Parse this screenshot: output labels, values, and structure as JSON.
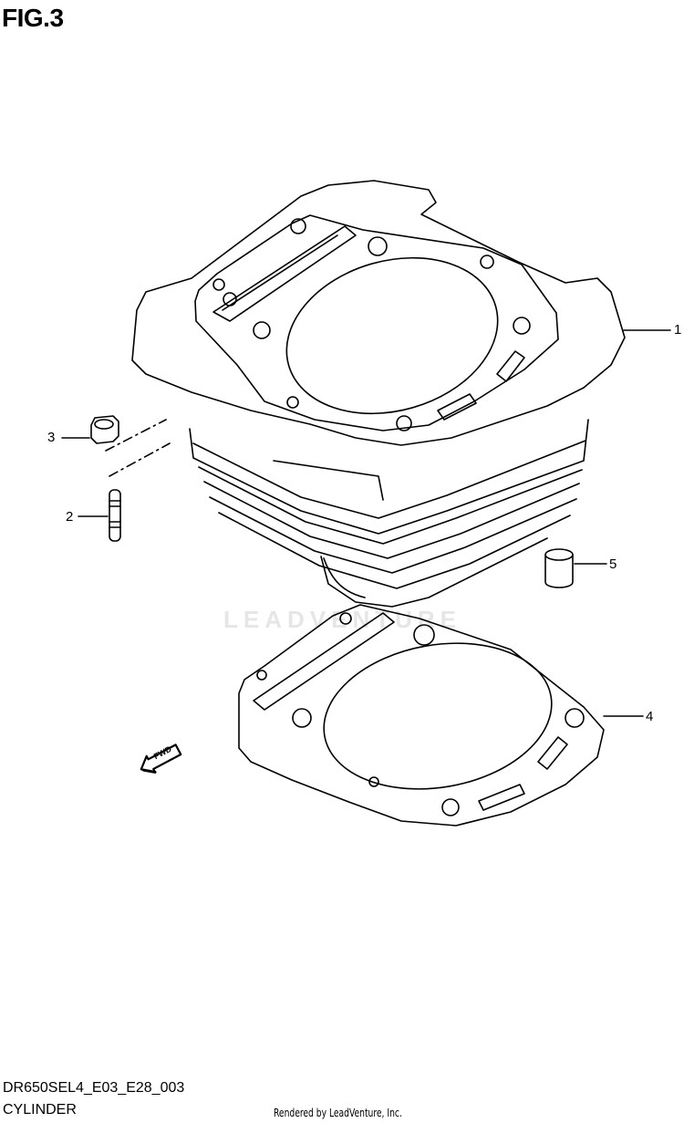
{
  "figure": {
    "title": "FIG.3",
    "code": "DR650SEL4_E03_E28_003",
    "name": "CYLINDER",
    "credit": "Rendered by LeadVenture, Inc.",
    "watermark": "LEADVENTURE"
  },
  "callouts": [
    {
      "id": "1",
      "label": "1"
    },
    {
      "id": "2",
      "label": "2"
    },
    {
      "id": "3",
      "label": "3"
    },
    {
      "id": "4",
      "label": "4"
    },
    {
      "id": "5",
      "label": "5"
    }
  ],
  "fwd_label": "FWD"
}
